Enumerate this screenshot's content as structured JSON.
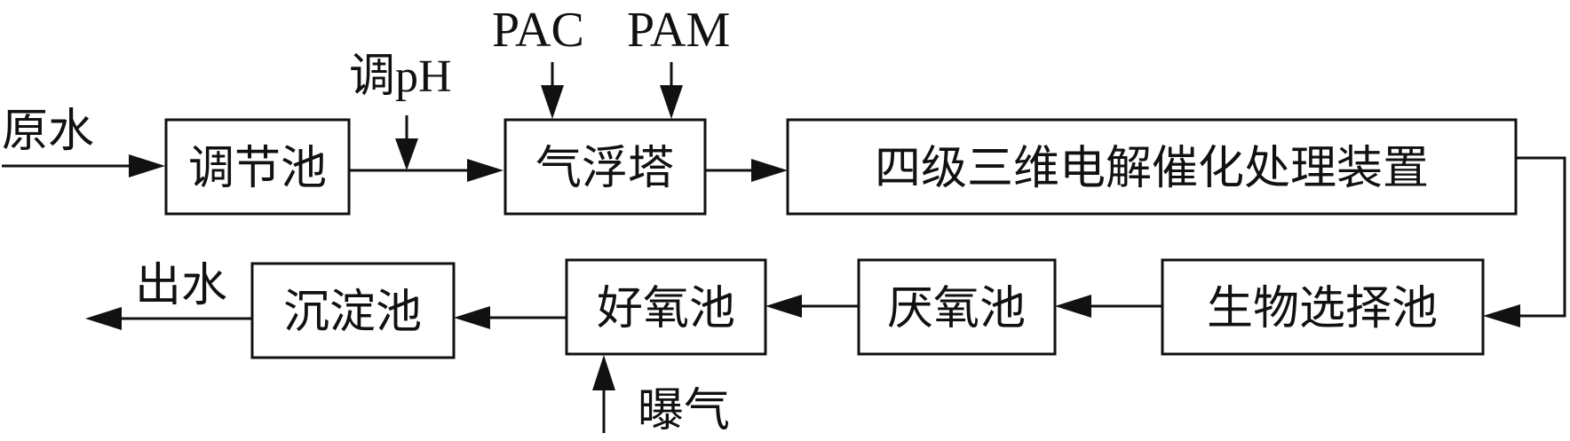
{
  "inputs": {
    "raw_water": "原水",
    "adjust_ph": "调pH",
    "pac": "PAC",
    "pam": "PAM",
    "aeration": "曝气"
  },
  "outputs": {
    "effluent": "出水"
  },
  "units": {
    "equalization_tank": "调节池",
    "flotation_tower": "气浮塔",
    "electrolysis_device": "四级三维电解催化处理装置",
    "bio_selector_tank": "生物选择池",
    "anaerobic_tank": "厌氧池",
    "aerobic_tank": "好氧池",
    "sedimentation_tank": "沉淀池"
  }
}
